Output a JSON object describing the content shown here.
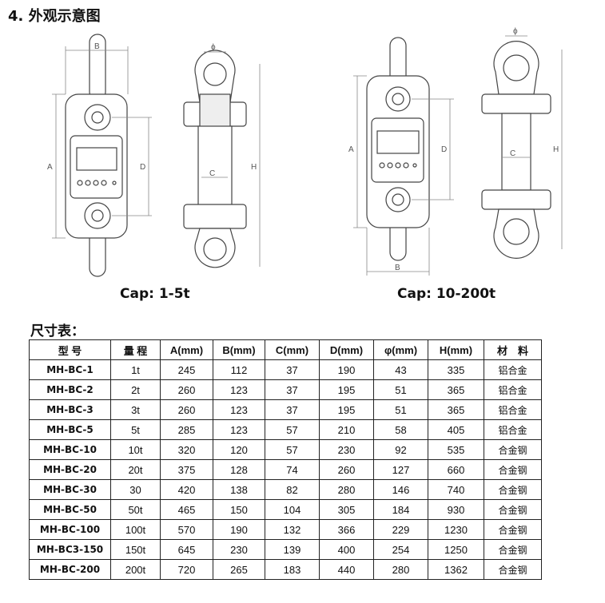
{
  "section_title": "4. 外观示意图",
  "caption_left": "Cap: 1-5t",
  "caption_right": "Cap: 10-200t",
  "table_title": "尺寸表：",
  "drawing_labels": {
    "A": "A",
    "B": "B",
    "C": "C",
    "D": "D",
    "H": "H",
    "phi": "ϕ"
  },
  "table": {
    "headers": [
      "型 号",
      "量 程",
      "A(mm)",
      "B(mm)",
      "C(mm)",
      "D(mm)",
      "φ(mm)",
      "H(mm)",
      "材　料"
    ],
    "rows": [
      [
        "MH-BC-1",
        "1t",
        "245",
        "112",
        "37",
        "190",
        "43",
        "335",
        "铝合金"
      ],
      [
        "MH-BC-2",
        "2t",
        "260",
        "123",
        "37",
        "195",
        "51",
        "365",
        "铝合金"
      ],
      [
        "MH-BC-3",
        "3t",
        "260",
        "123",
        "37",
        "195",
        "51",
        "365",
        "铝合金"
      ],
      [
        "MH-BC-5",
        "5t",
        "285",
        "123",
        "57",
        "210",
        "58",
        "405",
        "铝合金"
      ],
      [
        "MH-BC-10",
        "10t",
        "320",
        "120",
        "57",
        "230",
        "92",
        "535",
        "合金钢"
      ],
      [
        "MH-BC-20",
        "20t",
        "375",
        "128",
        "74",
        "260",
        "127",
        "660",
        "合金钢"
      ],
      [
        "MH-BC-30",
        "30",
        "420",
        "138",
        "82",
        "280",
        "146",
        "740",
        "合金钢"
      ],
      [
        "MH-BC-50",
        "50t",
        "465",
        "150",
        "104",
        "305",
        "184",
        "930",
        "合金钢"
      ],
      [
        "MH-BC-100",
        "100t",
        "570",
        "190",
        "132",
        "366",
        "229",
        "1230",
        "合金钢"
      ],
      [
        "MH-BC3-150",
        "150t",
        "645",
        "230",
        "139",
        "400",
        "254",
        "1250",
        "合金钢"
      ],
      [
        "MH-BC-200",
        "200t",
        "720",
        "265",
        "183",
        "440",
        "280",
        "1362",
        "合金钢"
      ]
    ]
  }
}
